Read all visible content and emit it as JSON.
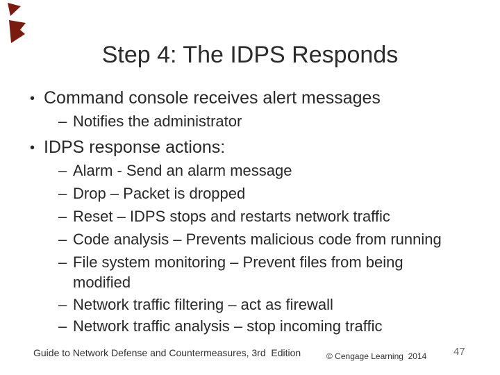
{
  "slide": {
    "title": "Step 4: The IDPS Responds",
    "bullets": [
      {
        "level": 1,
        "marker": "•",
        "text": "Command console receives alert messages"
      },
      {
        "level": 2,
        "marker": "–",
        "text": "Notifies the administrator"
      },
      {
        "level": 1,
        "marker": "•",
        "text": "IDPS response actions:"
      },
      {
        "level": 2,
        "marker": "–",
        "text": "Alarm - Send an alarm message"
      },
      {
        "level": 2,
        "marker": "–",
        "text": "Drop – Packet is dropped"
      },
      {
        "level": 2,
        "marker": "–",
        "text": "Reset – IDPS stops and restarts network traffic"
      },
      {
        "level": 2,
        "marker": "–",
        "text": "Code analysis – Prevents malicious code from running"
      },
      {
        "level": 2,
        "marker": "–",
        "text": "File system monitoring – Prevent files from being"
      },
      {
        "level": 2,
        "marker": "",
        "text": "modified",
        "continuation": true
      },
      {
        "level": 2,
        "marker": "–",
        "text": "Network traffic filtering – act as firewall"
      },
      {
        "level": 2,
        "marker": "–",
        "text": "Network traffic analysis – stop incoming traffic"
      }
    ],
    "footer": {
      "left": "Guide to Network Defense and Countermeasures, 3rd  Edition",
      "copyright": "© Cengage Learning  2014",
      "page_number": "47"
    },
    "decoration_color": "#7b1a0e"
  }
}
